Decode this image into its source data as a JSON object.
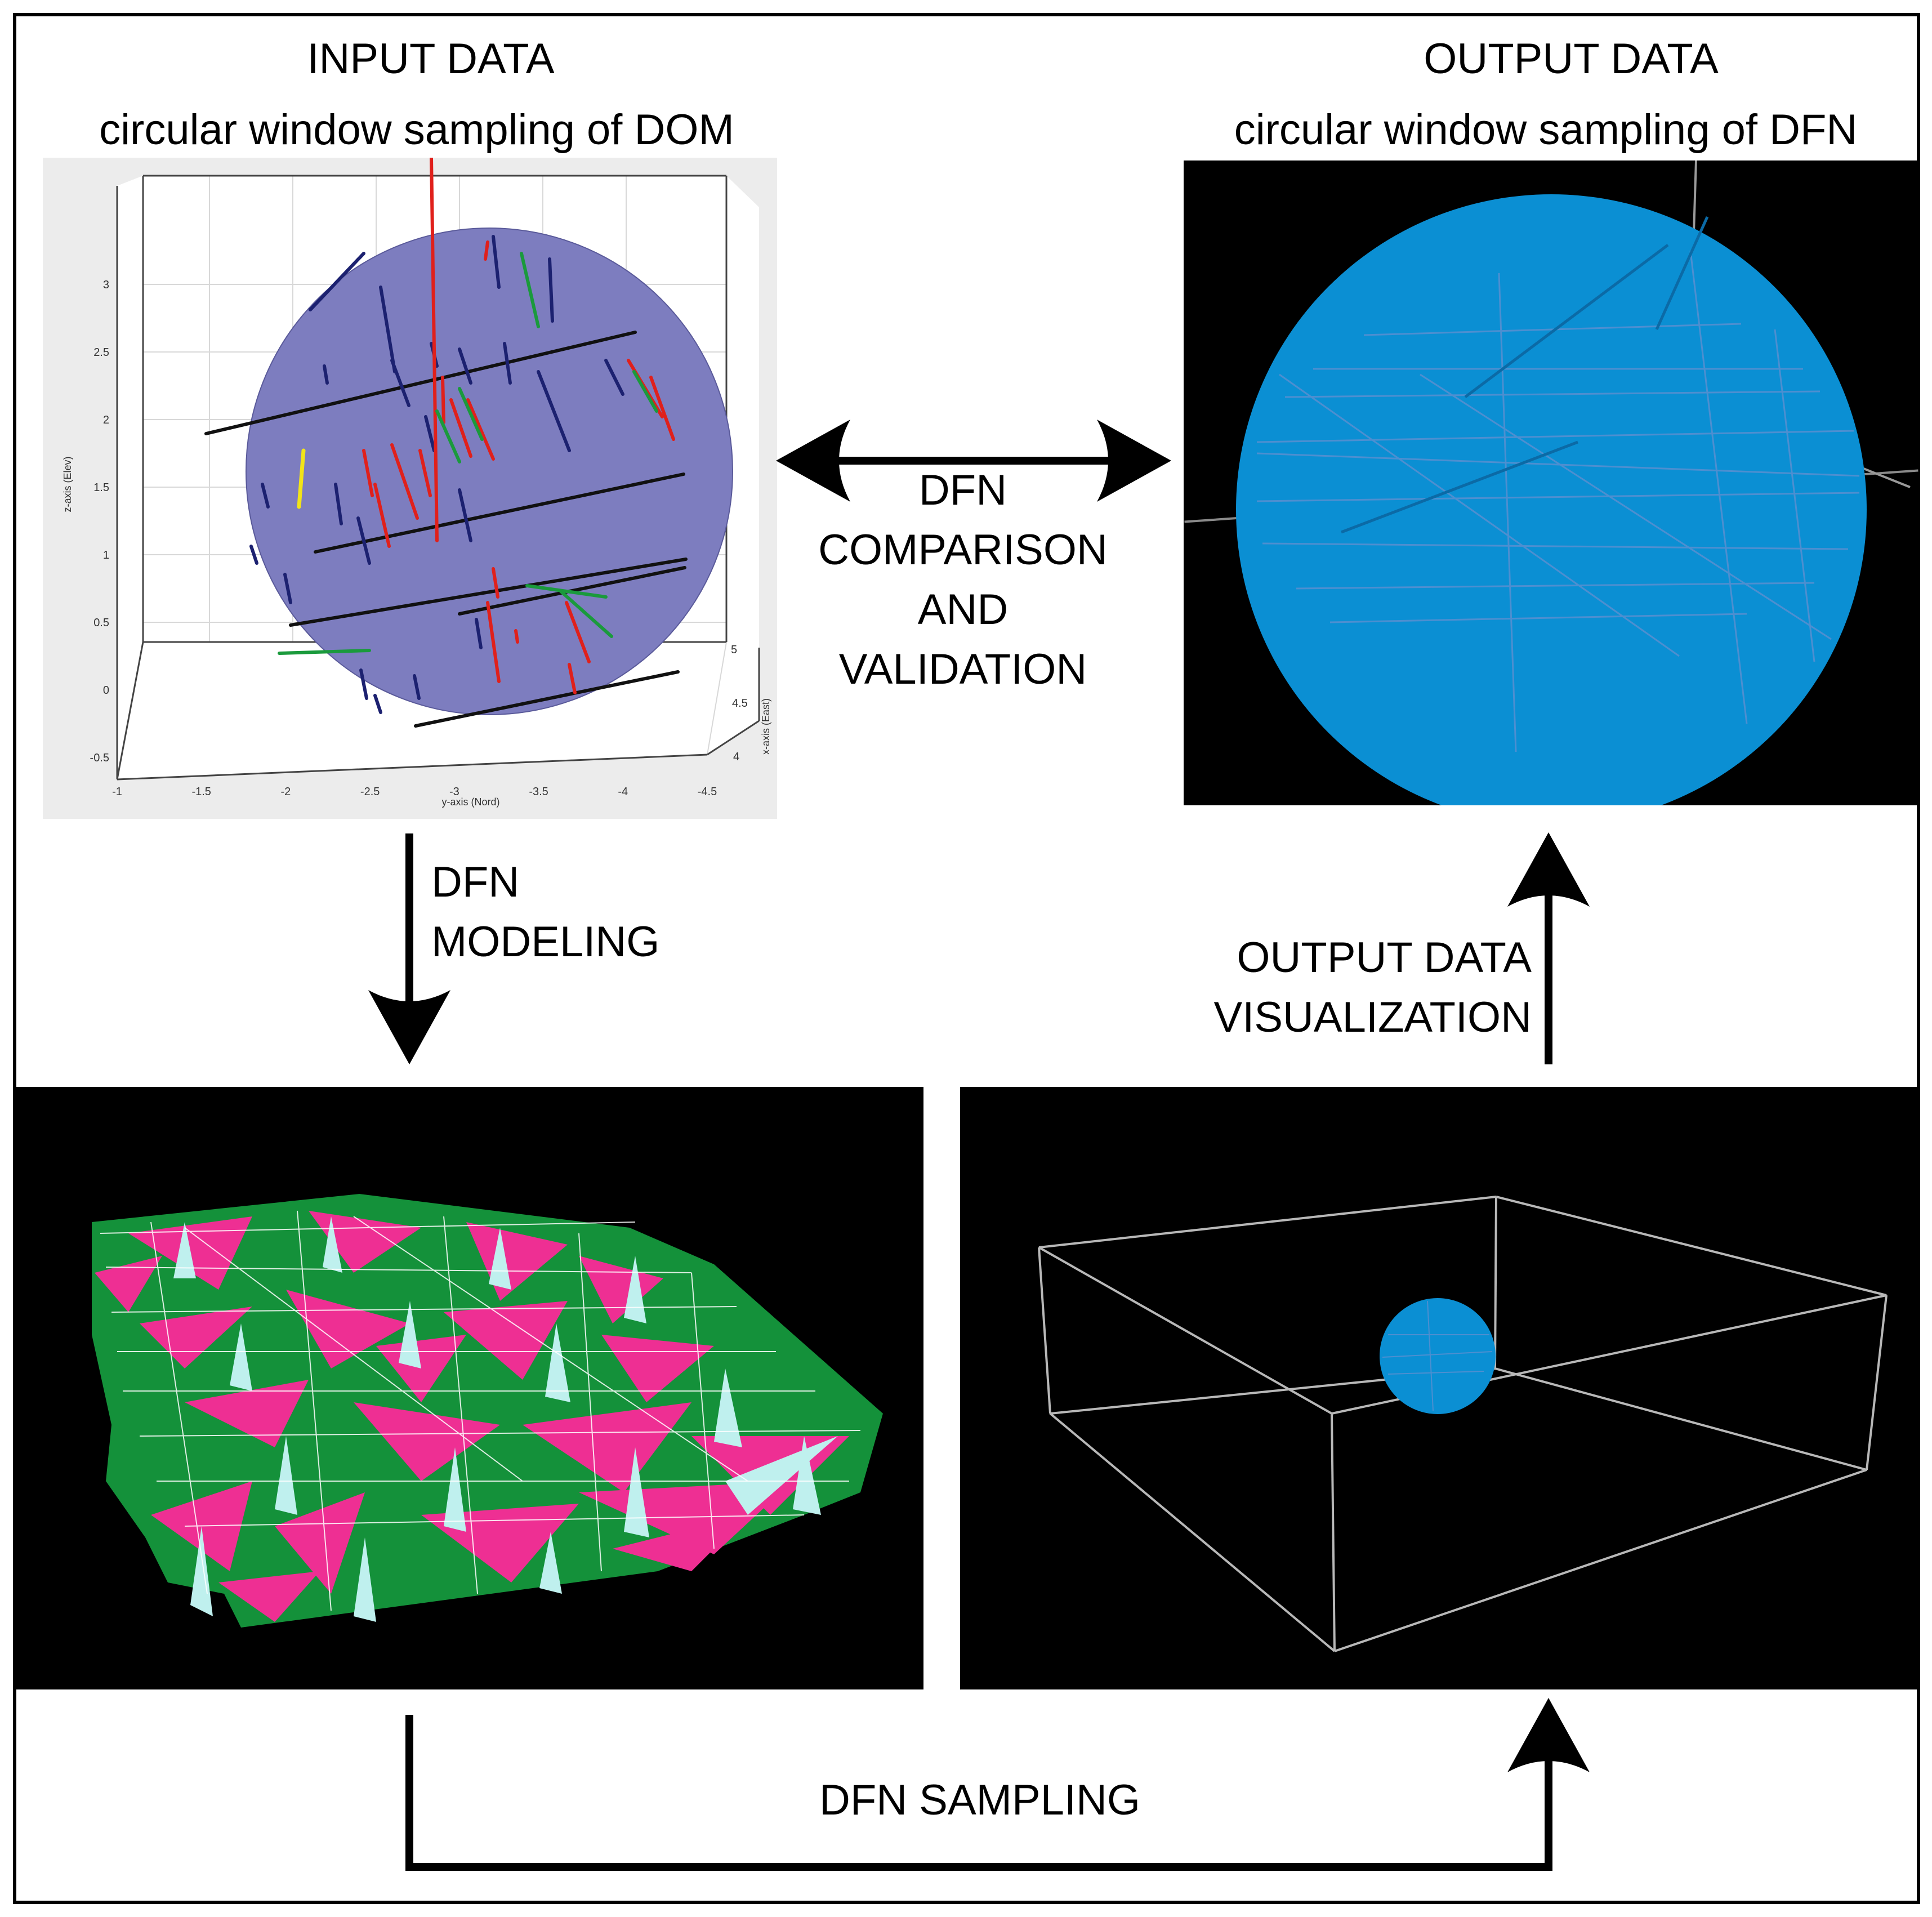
{
  "input": {
    "title": "INPUT DATA",
    "subtitle": "circular window sampling of DOM",
    "plot": {
      "z_label": "z-axis (Elev)",
      "y_label": "y-axis (Nord)",
      "x_label": "x-axis (East)",
      "z_ticks": [
        "3",
        "2.5",
        "2",
        "1.5",
        "1",
        "0.5",
        "0",
        "-0.5"
      ],
      "y_ticks": [
        "-1",
        "-1.5",
        "-2",
        "-2.5",
        "-3",
        "-3.5",
        "-4",
        "-4.5"
      ],
      "x_ticks": [
        "5",
        "4.5",
        "4"
      ]
    }
  },
  "output": {
    "title": "OUTPUT DATA",
    "subtitle": "circular window sampling of DFN"
  },
  "comparison": {
    "line1": "DFN",
    "line2": "COMPARISON",
    "line3": "AND",
    "line4": "VALIDATION"
  },
  "modeling": {
    "line1": "DFN",
    "line2": "MODELING"
  },
  "visualization": {
    "line1": "OUTPUT DATA",
    "line2": "VISUALIZATION"
  },
  "sampling": {
    "label": "DFN SAMPLING"
  },
  "colors": {
    "disc_blue": "#0b8fd3",
    "window_purple": "#7d7dbf",
    "fracture_green": "#14913a",
    "fracture_pink": "#ee2f93",
    "fracture_cyan": "#bff0ee",
    "trace_black": "#111111",
    "trace_navy": "#1c2170",
    "trace_red": "#e0201b",
    "trace_green": "#1a9a3c",
    "trace_yellow": "#f2e418"
  }
}
